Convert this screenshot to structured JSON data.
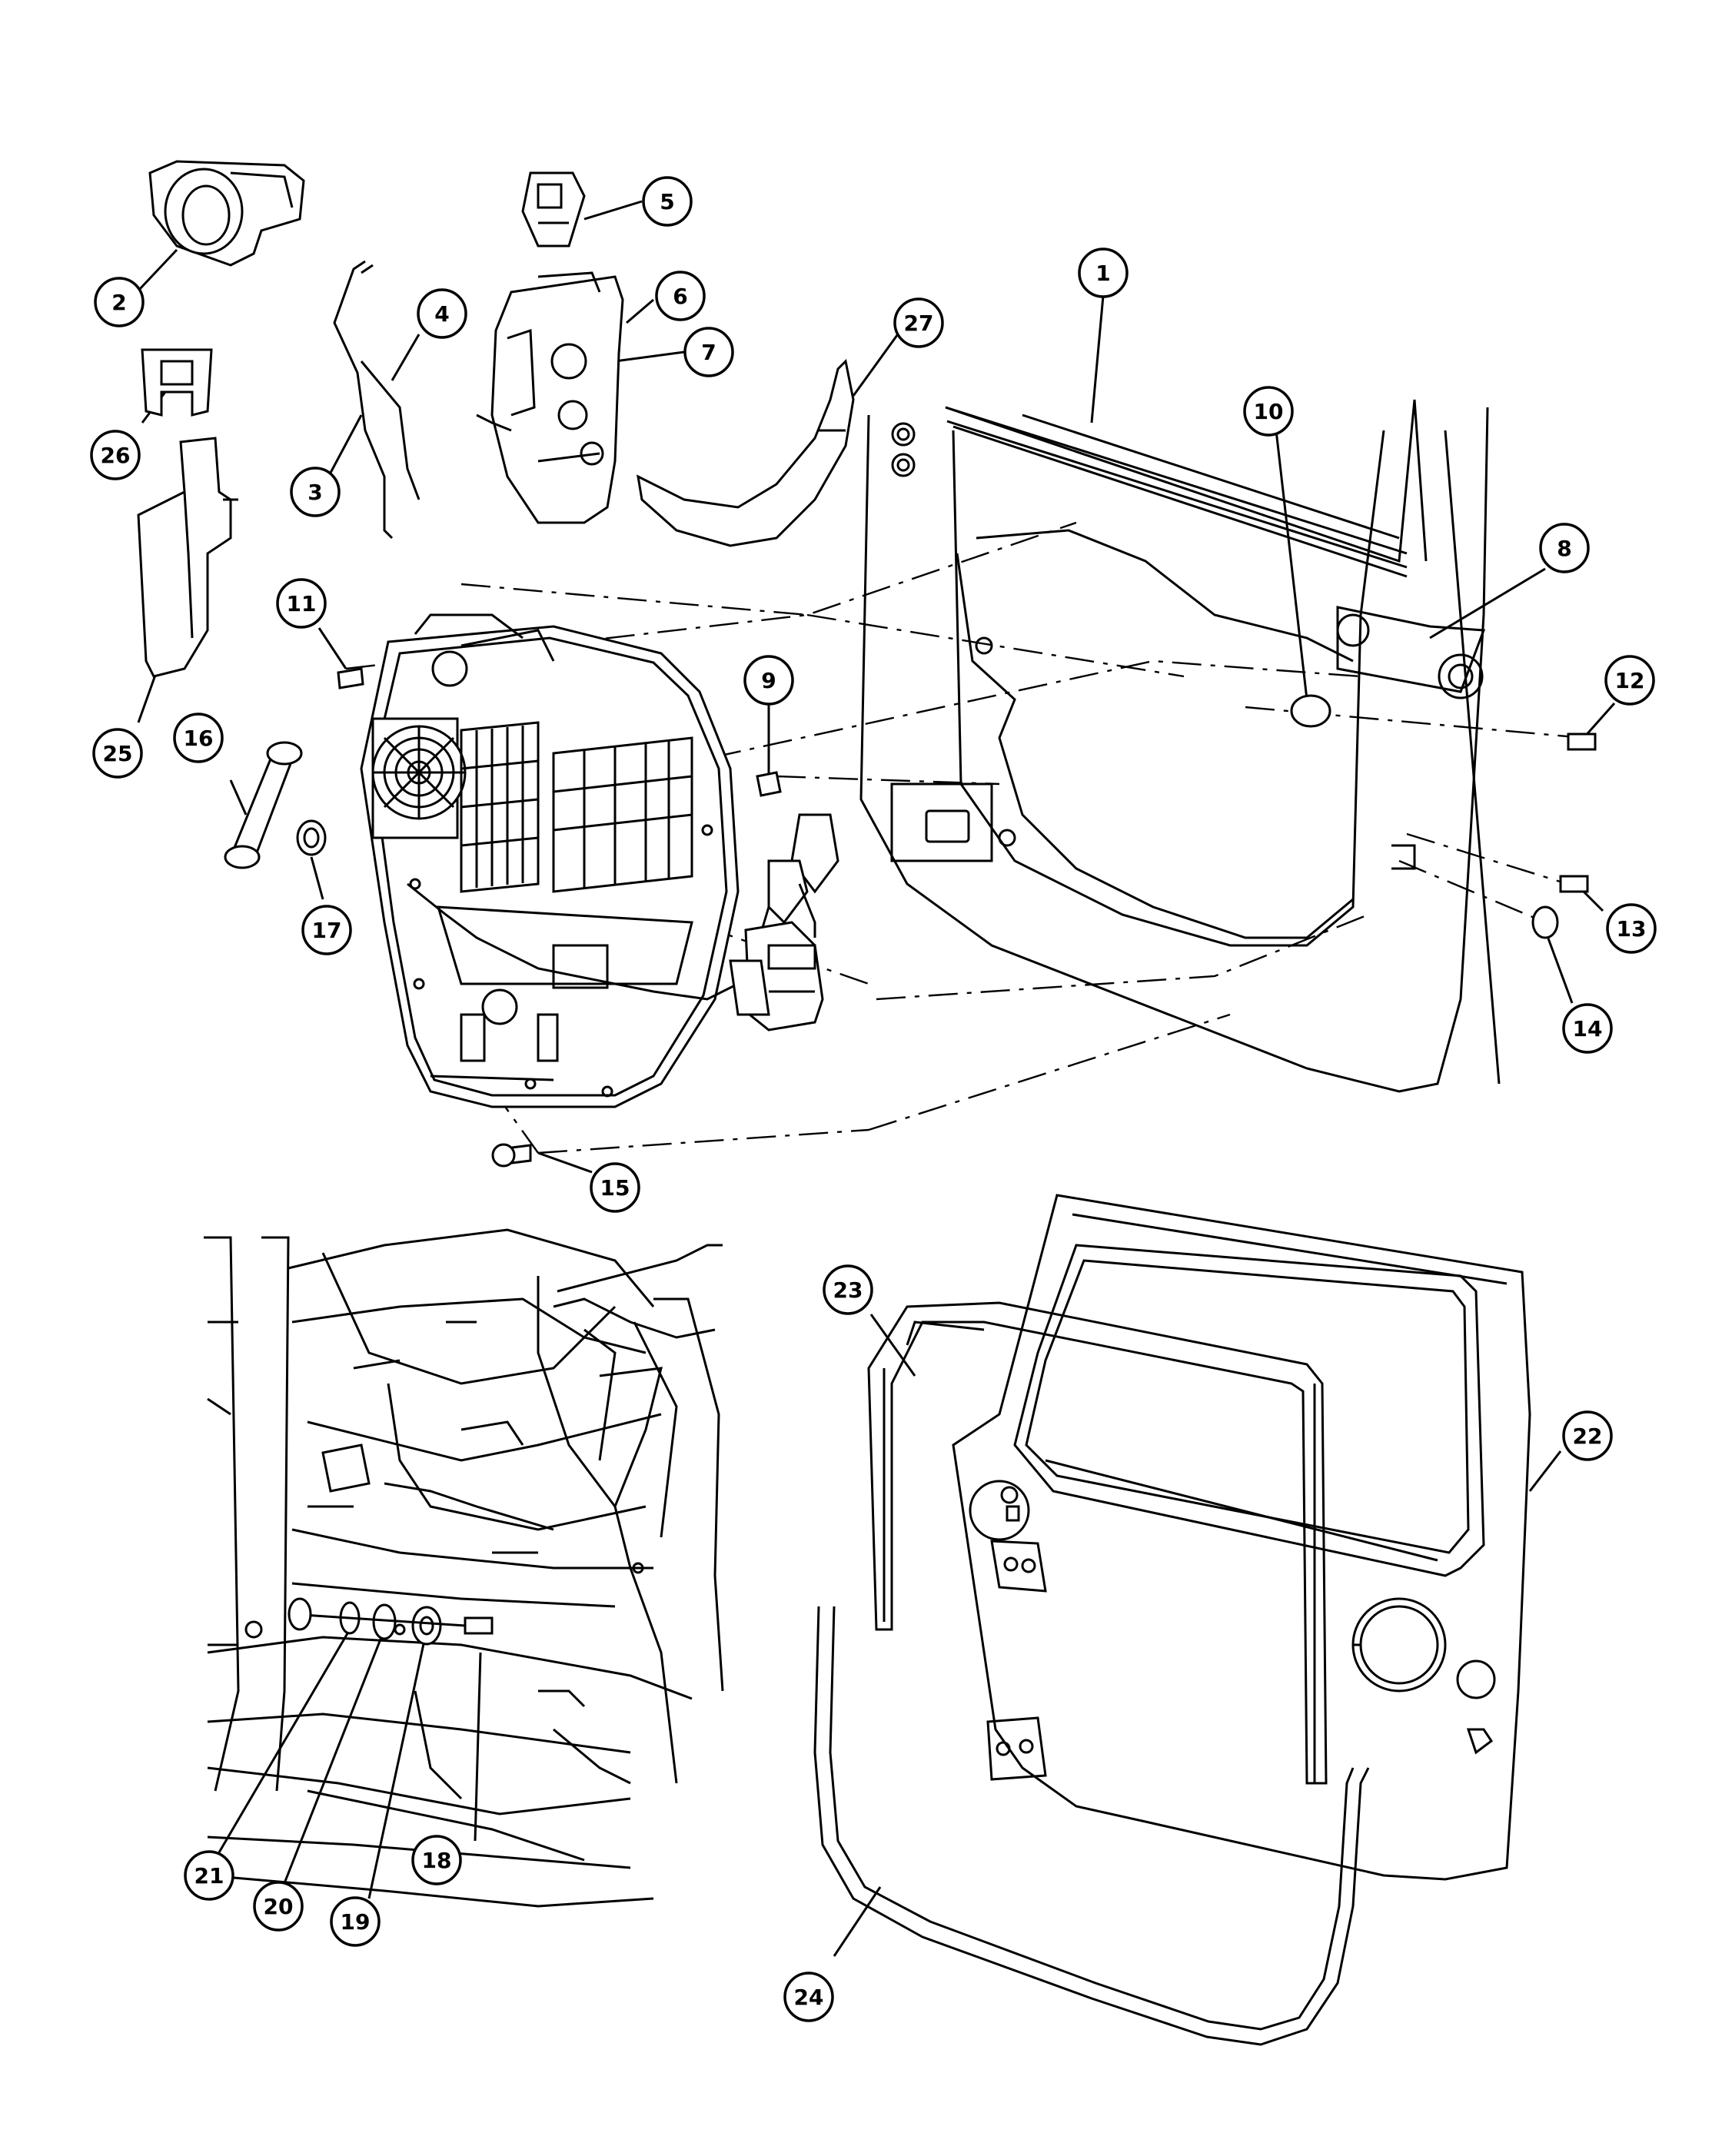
{
  "diagram": {
    "callouts": [
      {
        "label": "1"
      },
      {
        "label": "2"
      },
      {
        "label": "3"
      },
      {
        "label": "4"
      },
      {
        "label": "5"
      },
      {
        "label": "6"
      },
      {
        "label": "7"
      },
      {
        "label": "8"
      },
      {
        "label": "9"
      },
      {
        "label": "10"
      },
      {
        "label": "11"
      },
      {
        "label": "12"
      },
      {
        "label": "13"
      },
      {
        "label": "14"
      },
      {
        "label": "15"
      },
      {
        "label": "16"
      },
      {
        "label": "17"
      },
      {
        "label": "18"
      },
      {
        "label": "19"
      },
      {
        "label": "20"
      },
      {
        "label": "21"
      },
      {
        "label": "22"
      },
      {
        "label": "23"
      },
      {
        "label": "24"
      },
      {
        "label": "25"
      },
      {
        "label": "26"
      },
      {
        "label": "27"
      }
    ],
    "colors": {
      "ink": "#000000",
      "paper": "#ffffff",
      "shade": "#e6e6e6"
    }
  }
}
